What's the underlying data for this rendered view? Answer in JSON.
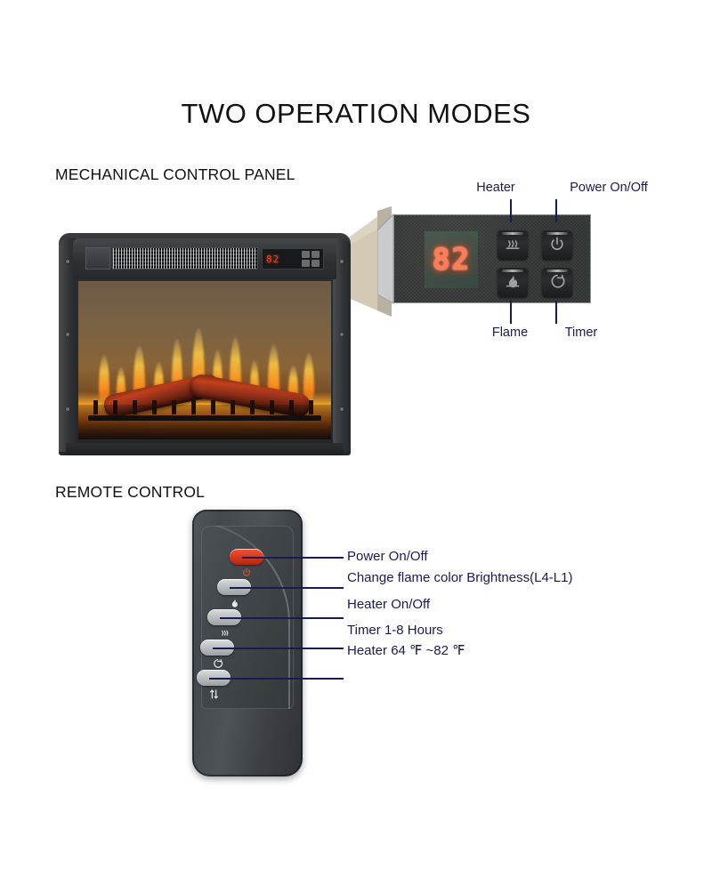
{
  "title": "TWO OPERATION MODES",
  "sections": {
    "mechanical": "MECHANICAL CONTROL PANEL",
    "remote": "REMOTE CONTROL"
  },
  "control_panel": {
    "display_value": "82",
    "display_color": "#ff7a55",
    "panel_color": "#373a39",
    "buttons": [
      {
        "id": "heater",
        "label": "Heater",
        "icon": "heat-waves-icon"
      },
      {
        "id": "power",
        "label": "Power On/Off",
        "icon": "power-icon"
      },
      {
        "id": "flame",
        "label": "Flame",
        "icon": "flame-icon"
      },
      {
        "id": "timer",
        "label": "Timer",
        "icon": "timer-icon"
      }
    ]
  },
  "fireplace": {
    "mini_display_value": "82"
  },
  "remote_control": {
    "label_color": "#1a1a55",
    "buttons": [
      {
        "id": "power",
        "label": "Power On/Off",
        "icon": "power-icon",
        "color": "#d8361c"
      },
      {
        "id": "brightness",
        "label": "Change flame color Brightness(L4-L1)",
        "icon": "flame-icon",
        "color": "#b9bcbe"
      },
      {
        "id": "heater",
        "label": "Heater On/Off",
        "icon": "heat-waves-icon",
        "color": "#b9bcbe"
      },
      {
        "id": "timer",
        "label": "Timer 1-8 Hours",
        "icon": "timer-icon",
        "color": "#b9bcbe"
      },
      {
        "id": "temperature",
        "label": "Heater 64 ℉ ~82 ℉",
        "icon": "up-down-arrows-icon",
        "color": "#b9bcbe"
      }
    ]
  }
}
